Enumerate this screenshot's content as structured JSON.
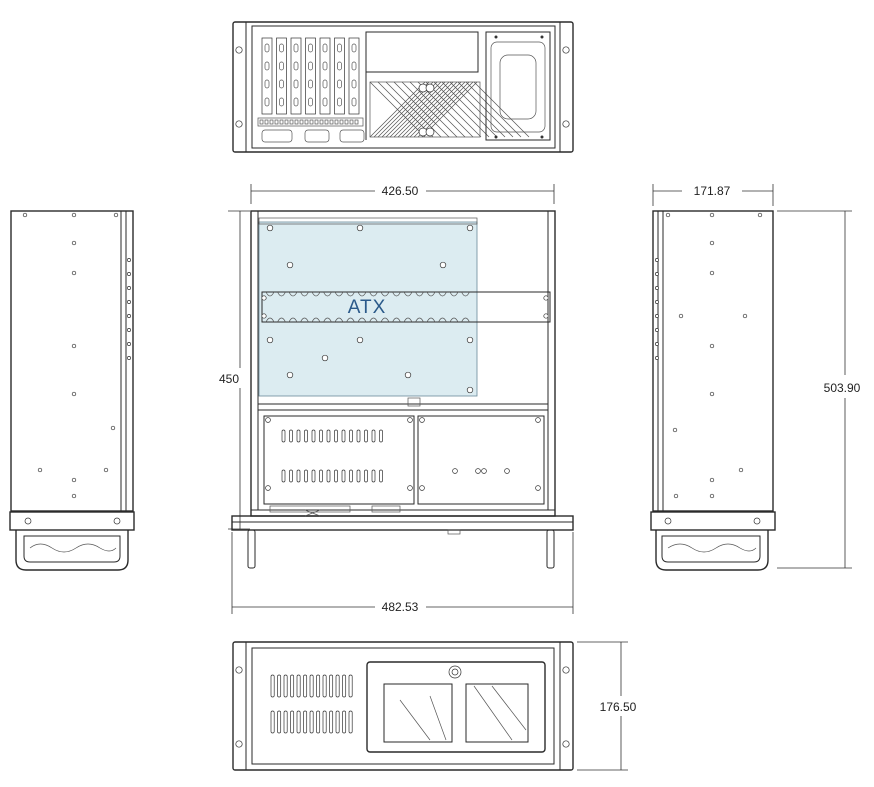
{
  "dimensions": {
    "top_width": "426.50",
    "depth_inner": "450",
    "side_width": "171.87",
    "side_depth": "503.90",
    "overall_width": "482.53",
    "height": "176.50"
  },
  "labels": {
    "board": "ATX"
  },
  "colors": {
    "board_fill": "#dcecf1",
    "board_text": "#2b5a8a",
    "line": "#2a2a2a"
  }
}
